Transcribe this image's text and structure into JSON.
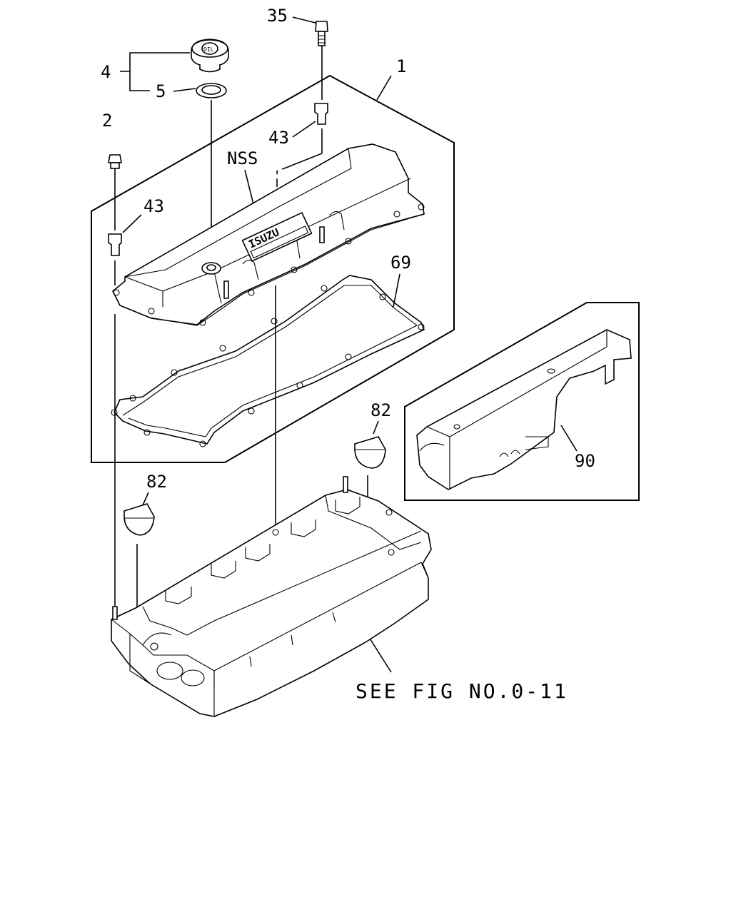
{
  "diagram": {
    "callouts": [
      {
        "id": "35",
        "text": "35"
      },
      {
        "id": "4",
        "text": "4"
      },
      {
        "id": "5",
        "text": "5"
      },
      {
        "id": "1",
        "text": "1"
      },
      {
        "id": "2",
        "text": "2"
      },
      {
        "id": "43a",
        "text": "43"
      },
      {
        "id": "43b",
        "text": "43"
      },
      {
        "id": "nss",
        "text": "NSS"
      },
      {
        "id": "69",
        "text": "69"
      },
      {
        "id": "82a",
        "text": "82"
      },
      {
        "id": "82b",
        "text": "82"
      },
      {
        "id": "90",
        "text": "90"
      }
    ],
    "reference": "SEE FIG NO.0-11",
    "cover_brand": "ISUZU",
    "cap_marking": "OIL"
  }
}
